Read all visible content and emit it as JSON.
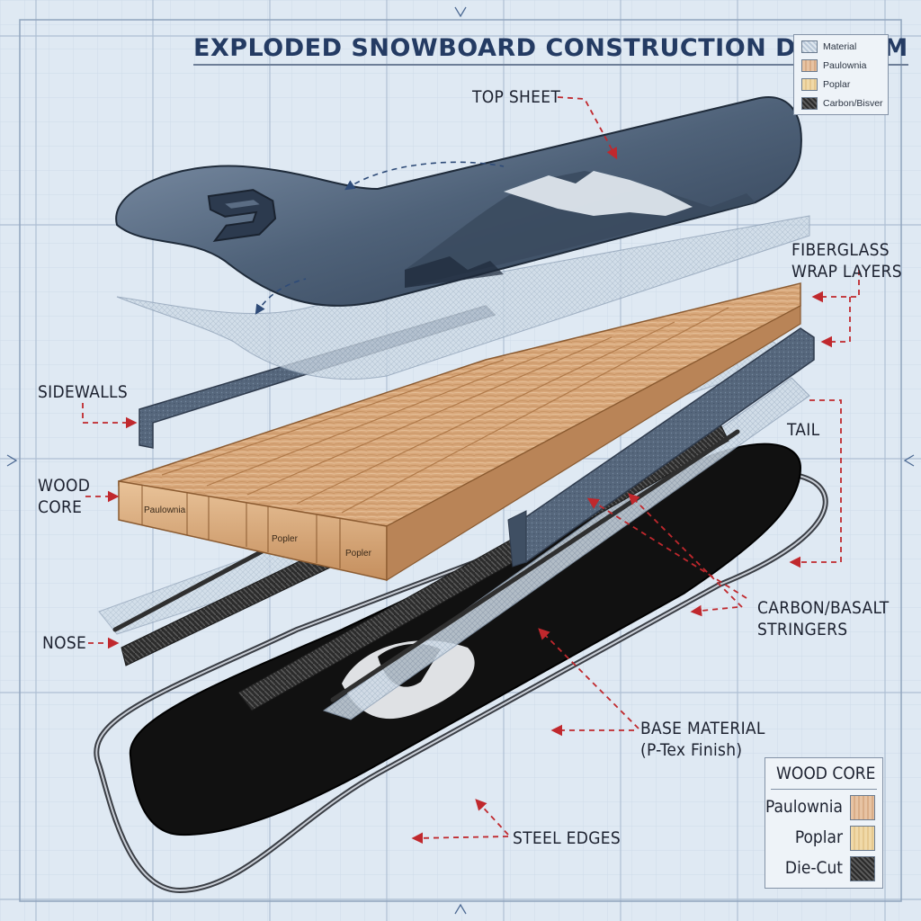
{
  "title": "EXPLODED SNOWBOARD CONSTRUCTION DIAGRAM",
  "legend_material": {
    "items": [
      {
        "label": "Material",
        "swatch": "material"
      },
      {
        "label": "Paulownia",
        "swatch": "paulownia"
      },
      {
        "label": "Poplar",
        "swatch": "poplar"
      },
      {
        "label": "Carbon/Bisver",
        "swatch": "carbon"
      }
    ]
  },
  "labels": {
    "top_sheet": "TOP SHEET",
    "fiberglass_line1": "FIBERGLASS",
    "fiberglass_line2": "WRAP LAYERS",
    "sidewalls": "SIDEWALLS",
    "tail": "TAIL",
    "wood_core_line1": "WOOD",
    "wood_core_line2": "CORE",
    "carbon_line1": "CARBON/BASALT",
    "carbon_line2": "STRINGERS",
    "nose": "NOSE",
    "base_line1": "BASE MATERIAL",
    "base_line2": "(P-Tex Finish)",
    "steel_edges": "STEEL EDGES"
  },
  "core_tags": {
    "paulownia": "Paulownia",
    "poplar_1": "Popler",
    "poplar_2": "Popler"
  },
  "legend_wood": {
    "heading": "WOOD CORE",
    "items": [
      {
        "label": "Paulownia",
        "swatch": "paulownia"
      },
      {
        "label": "Poplar",
        "swatch": "poplar"
      },
      {
        "label": "Die-Cut",
        "swatch": "carbon"
      }
    ]
  },
  "colors": {
    "background": "#dfe9f3",
    "grid": "#b7c9dc",
    "arrow": "#c0282d",
    "topsheet": "#4f6279",
    "wood": "#d9a878",
    "base": "#111111",
    "sidewall": "#5d6e82"
  }
}
